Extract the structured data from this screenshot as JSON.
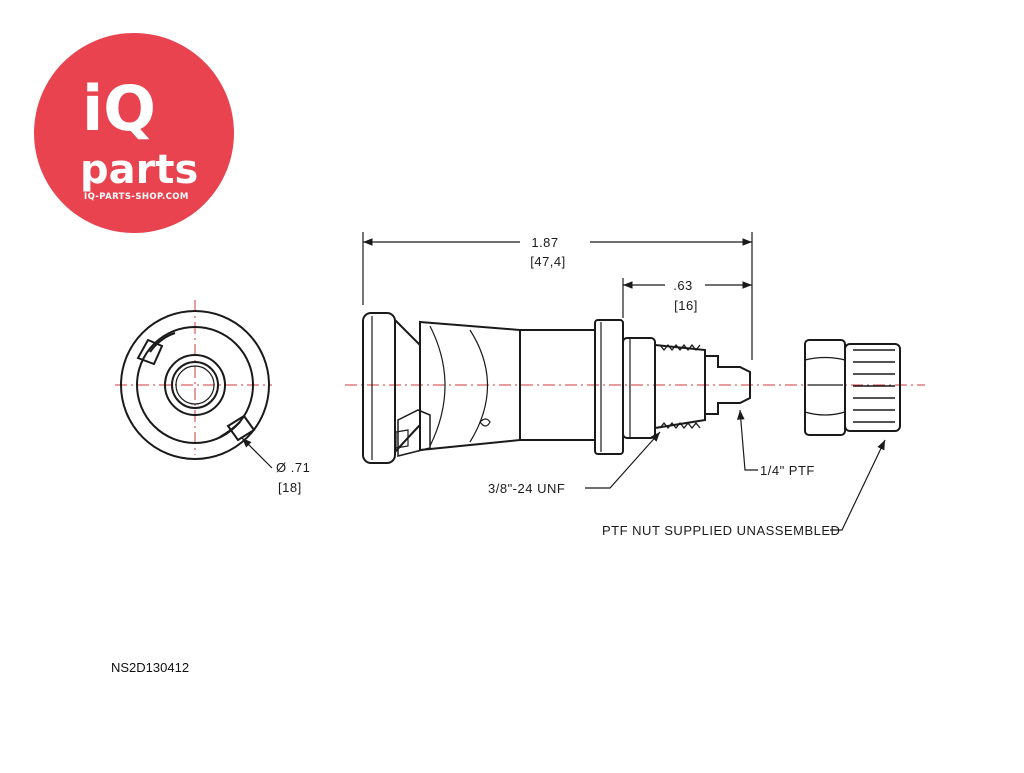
{
  "logo": {
    "line1": "iQ",
    "line2": "parts",
    "url": "IQ-PARTS-SHOP.COM",
    "color": "#e8434f"
  },
  "dimensions": {
    "overall_length": "1.87",
    "overall_length_mm": "[47,4]",
    "stem_length": ".63",
    "stem_length_mm": "[16]",
    "diameter": "Ø .71",
    "diameter_mm": "[18]"
  },
  "callouts": {
    "thread": "3/8\"-24 UNF",
    "ptf": "1/4\" PTF",
    "nut_note": "PTF NUT SUPPLIED UNASSEMBLED"
  },
  "part_number": "NS2D130412",
  "colors": {
    "centerline": "#d23a3a",
    "line": "#1a1a1a"
  }
}
